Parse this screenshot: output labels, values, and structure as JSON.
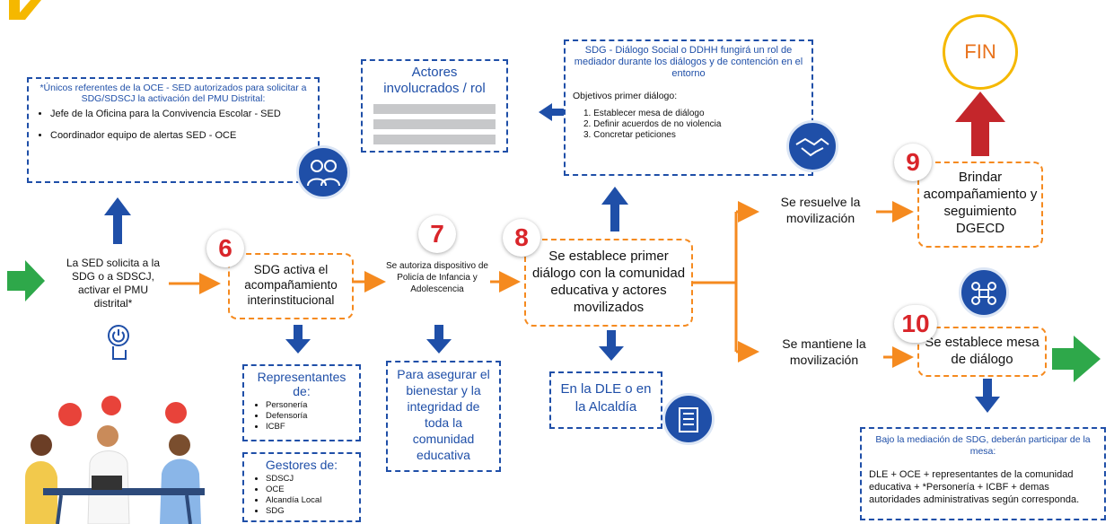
{
  "referentes": {
    "title": "*Únicos referentes de la OCE - SED autorizados para solicitar a SDG/SDSCJ la activación del PMU Distrital:",
    "items": [
      "Jefe de la Oficina para la Convivencia Escolar - SED",
      "Coordinador equipo de alertas SED - OCE"
    ]
  },
  "actores": {
    "title": "Actores involucrados / rol"
  },
  "dialogo_box": {
    "header": "SDG - Diálogo Social o DDHH fungirá un rol de mediador durante los diálogos y de contención en el entorno",
    "subtitle": "Objetivos primer diálogo:",
    "items": [
      "1. Establecer mesa de diálogo",
      "2. Definir acuerdos de no violencia",
      "3. Concretar peticiones"
    ]
  },
  "fin": "FIN",
  "start_text": "La SED solicita a la SDG o a SDSCJ, activar el PMU distrital*",
  "steps": {
    "s6": {
      "num": "6",
      "text": "SDG activa el acompañamiento interinstitucional"
    },
    "s7": {
      "num": "7",
      "text": "Se autoriza dispositivo de Policía de Infancia y Adolescencia"
    },
    "s8": {
      "num": "8",
      "text": "Se establece primer diálogo con la comunidad educativa y actores movilizados"
    },
    "s9": {
      "num": "9",
      "text": "Brindar acompañamiento y seguimiento DGECD"
    },
    "s10": {
      "num": "10",
      "text": "Se establece mesa de diálogo"
    }
  },
  "resuelve": "Se resuelve la movilización",
  "mantiene": "Se mantiene la movilización",
  "representantes": {
    "title": "Representantes de:",
    "items": [
      "Personería",
      "Defensoría",
      "ICBF"
    ]
  },
  "gestores": {
    "title": "Gestores de:",
    "items": [
      "SDSCJ",
      "OCE",
      "Alcandía Local",
      "SDG"
    ]
  },
  "bienestar": "Para asegurar el bienestar y la integridad de toda la comunidad educativa",
  "dle": "En la DLE o en la Alcaldía",
  "mediacion": {
    "title": "Bajo la mediación de SDG, deberán participar de la mesa:",
    "body": "DLE + OCE + representantes de la comunidad educativa + *Personería + ICBF + demas autoridades administrativas según corresponda."
  },
  "colors": {
    "blue": "#1f4fa8",
    "orange": "#f58a1f",
    "green": "#2ea84a",
    "red": "#c4262b",
    "yellow": "#f5b800"
  },
  "icons": [
    "people-group-icon",
    "handshake-icon",
    "power-hand-icon",
    "building-icon",
    "meeting-icon"
  ]
}
